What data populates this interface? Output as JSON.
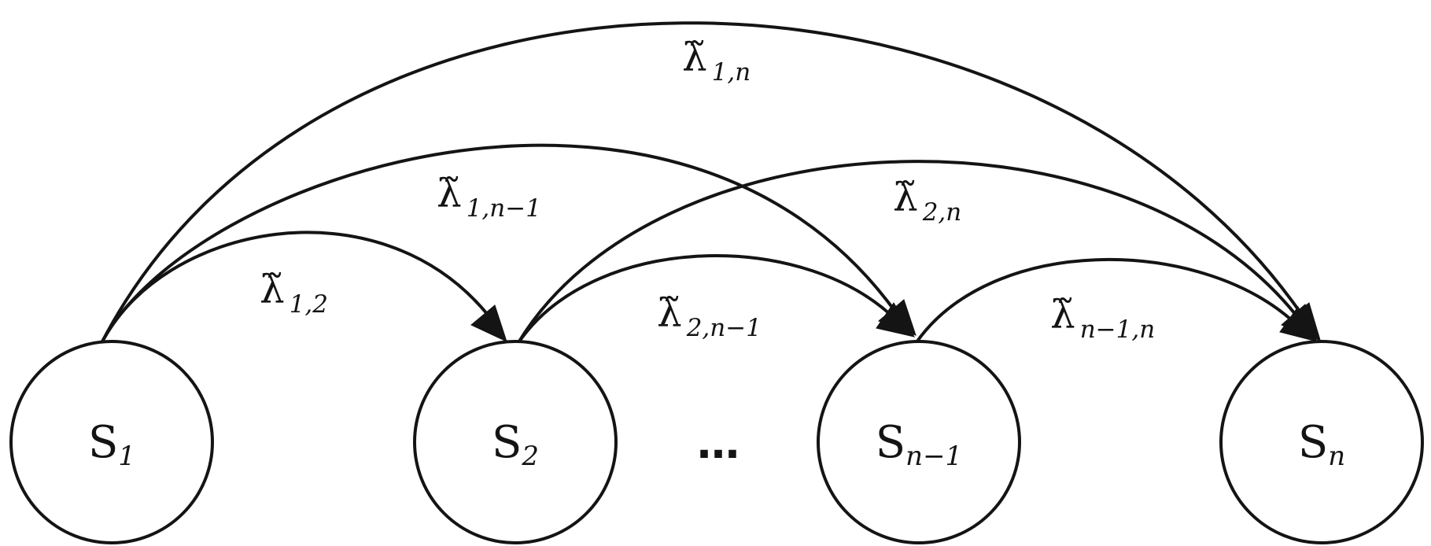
{
  "diagram": {
    "nodes": [
      {
        "symbol": "S",
        "index": "1"
      },
      {
        "symbol": "S",
        "index": "2"
      },
      {
        "symbol": "S",
        "index": "n−1"
      },
      {
        "symbol": "S",
        "index": "n"
      }
    ],
    "ellipsis": "…",
    "edges": [
      {
        "from": 0,
        "to": 1,
        "symbol": "λ̃",
        "subscript": "1,2"
      },
      {
        "from": 0,
        "to": 2,
        "symbol": "λ̃",
        "subscript": "1,n−1"
      },
      {
        "from": 0,
        "to": 3,
        "symbol": "λ̃",
        "subscript": "1,n"
      },
      {
        "from": 1,
        "to": 2,
        "symbol": "λ̃",
        "subscript": "2,n−1"
      },
      {
        "from": 1,
        "to": 3,
        "symbol": "λ̃",
        "subscript": "2,n"
      },
      {
        "from": 2,
        "to": 3,
        "symbol": "λ̃",
        "subscript": "n−1,n"
      }
    ],
    "colors": {
      "stroke": "#141414",
      "background": "#ffffff"
    }
  }
}
